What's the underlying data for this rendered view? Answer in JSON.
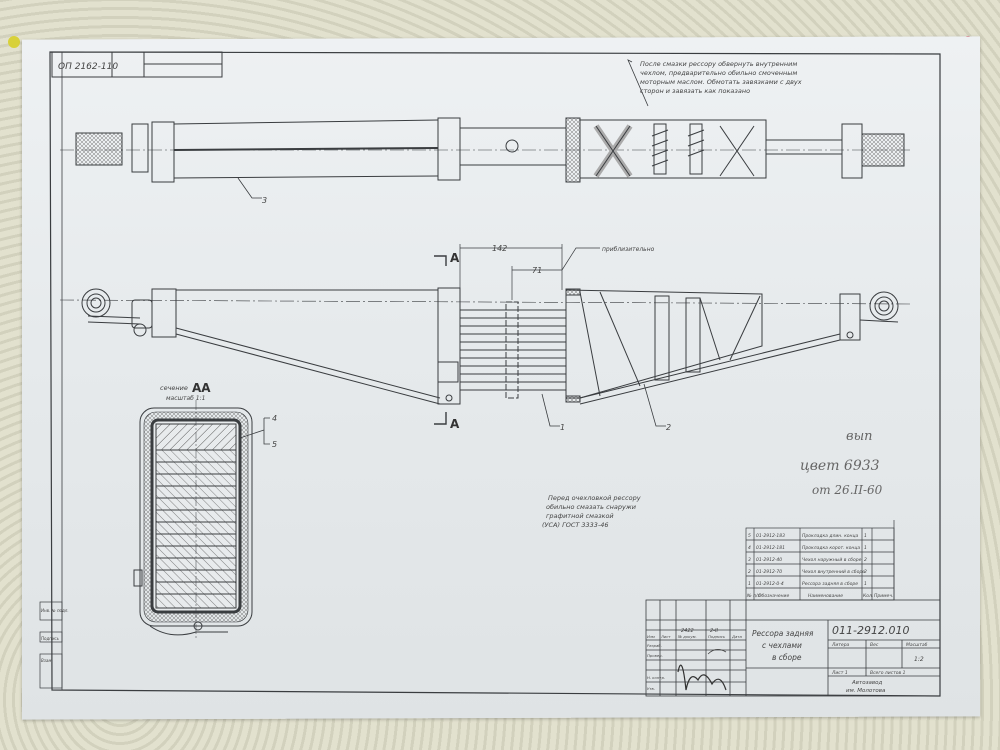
{
  "drawing": {
    "doc_code_corner": "ОП 2162-110",
    "note_top": [
      "После смазки рессору обвернуть внутренним",
      "чехлом, предварительно обильно смоченным",
      "моторным маслом. Обмотать завязками с двух",
      "сторон и завязать как показано"
    ],
    "dimension_142": "142",
    "dimension_71": "71",
    "dimension_note": "приблизительно",
    "section_marker": "A",
    "section_title": "сечение",
    "section_name": "АА",
    "section_scale": "масштаб 1:1",
    "callouts": [
      "1",
      "2",
      "3",
      "4",
      "5"
    ],
    "note_bottom": [
      "Перед очехловкой рессору",
      "обильно смазать снаружи",
      "графитной смазкой",
      "(УСА) ГОСТ 3333-46"
    ],
    "handwritten_note": [
      "вып",
      "цвет 6933",
      "от 26.II-60"
    ],
    "left_margin_labels": [
      "Инв. № подл.",
      "Подпись",
      "Взам."
    ]
  },
  "parts_list": {
    "headers": [
      "№ п/п",
      "Обозначение",
      "Наименование",
      "Кол.",
      "Примеч."
    ],
    "rows": [
      {
        "pos": "5",
        "code": "01-2912-183",
        "name": "Прокладка длин. конца",
        "qty": "1"
      },
      {
        "pos": "4",
        "code": "01-2912-181",
        "name": "Прокладка корот. конца",
        "qty": "1"
      },
      {
        "pos": "3",
        "code": "01-2912-40",
        "name": "Чехол наружный в сборе",
        "qty": "2"
      },
      {
        "pos": "2",
        "code": "01-2912-70",
        "name": "Чехол внутренний в сборе",
        "qty": "2"
      },
      {
        "pos": "1",
        "code": "01-2912-0-4",
        "name": "Рессора задняя в сборе",
        "qty": "1"
      }
    ]
  },
  "title_block": {
    "drawing_number": "011-2912.010",
    "title_lines": [
      "Рессора задняя",
      "с чехлами",
      "в сборе"
    ],
    "litera_label": "Литера",
    "mass_label": "Вес",
    "scale_label": "Масштаб",
    "scale_value": "1:2",
    "sheet_label": "Лист 1",
    "sheets_total_label": "Всего листов 1",
    "organization": [
      "Автозавод",
      "им. Молотова"
    ],
    "sign_rows": [
      "Изм.",
      "Разраб.",
      "Провер.",
      "Н. контр.",
      "Утв."
    ],
    "sign_header": [
      "Изм",
      "Лист",
      "№ докум.",
      "Подпись",
      "Дата"
    ],
    "sign_values": [
      "2422",
      "2-II"
    ]
  },
  "colors": {
    "paper": "#e8ecee",
    "ink": "#3a3d40",
    "wall": "#d9d8c6",
    "pin_yellow": "#d8d13a",
    "pin_red": "#c3172a"
  }
}
